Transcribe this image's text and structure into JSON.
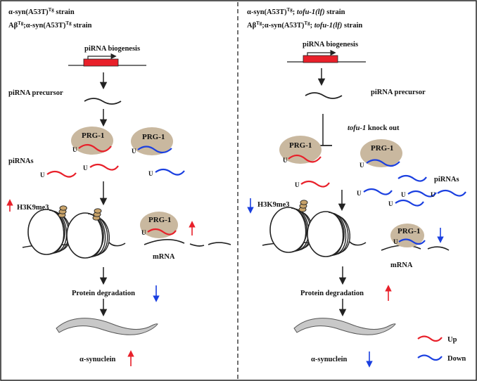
{
  "colors": {
    "up": "#e8202a",
    "down": "#1a3fe0",
    "prg_fill": "#c9b89f",
    "worm_fill": "#c8c8c8",
    "promoter_box": "#e8202a",
    "frame": "#222222"
  },
  "left_panel": {
    "header_line1": {
      "a": "α-syn(A53T)",
      "sup": "Tg",
      "b": " strain"
    },
    "header_line2": {
      "a": "Aβ",
      "sup1": "Tg",
      "b": ";α-syn(A53T)",
      "sup2": "Tg",
      "c": " strain"
    },
    "biogenesis": "piRNA biogenesis",
    "precursor": "piRNA precursor",
    "prg1_a": "PRG-1",
    "prg1_b": "PRG-1",
    "pirnas": "piRNAs",
    "u": "U",
    "h3k9me3": "H3K9me3",
    "prg_on_mrna": "PRG-1",
    "mrna": "mRNA",
    "protein_degradation": "Protein degradation",
    "alpha_synuclein": "α-synuclein"
  },
  "right_panel": {
    "header_line1": {
      "a": "α-syn(A53T)",
      "sup": "Tg",
      "b": "; ",
      "italic": "tofu-1(lf)",
      "c": " strain"
    },
    "header_line2": {
      "a": "Aβ",
      "sup1": "Tg",
      "b": ";α-syn(A53T)",
      "sup2": "Tg",
      "c": "; ",
      "italic": "tofu-1(lf)",
      "d": " strain"
    },
    "biogenesis": "piRNA biogenesis",
    "precursor": "piRNA precursor",
    "knockout_italic": "tofu-1",
    "knockout_rest": " knock out",
    "prg1_a": "PRG-1",
    "prg1_b": "PRG-1",
    "pirnas": "piRNAs",
    "u": "U",
    "h3k9me3": "H3K9me3",
    "prg_on_mrna": "PRG-1",
    "mrna": "mRNA",
    "protein_degradation": "Protein degradation",
    "alpha_synuclein": "α-synuclein"
  },
  "legend": {
    "up": "Up",
    "down": "Down"
  }
}
